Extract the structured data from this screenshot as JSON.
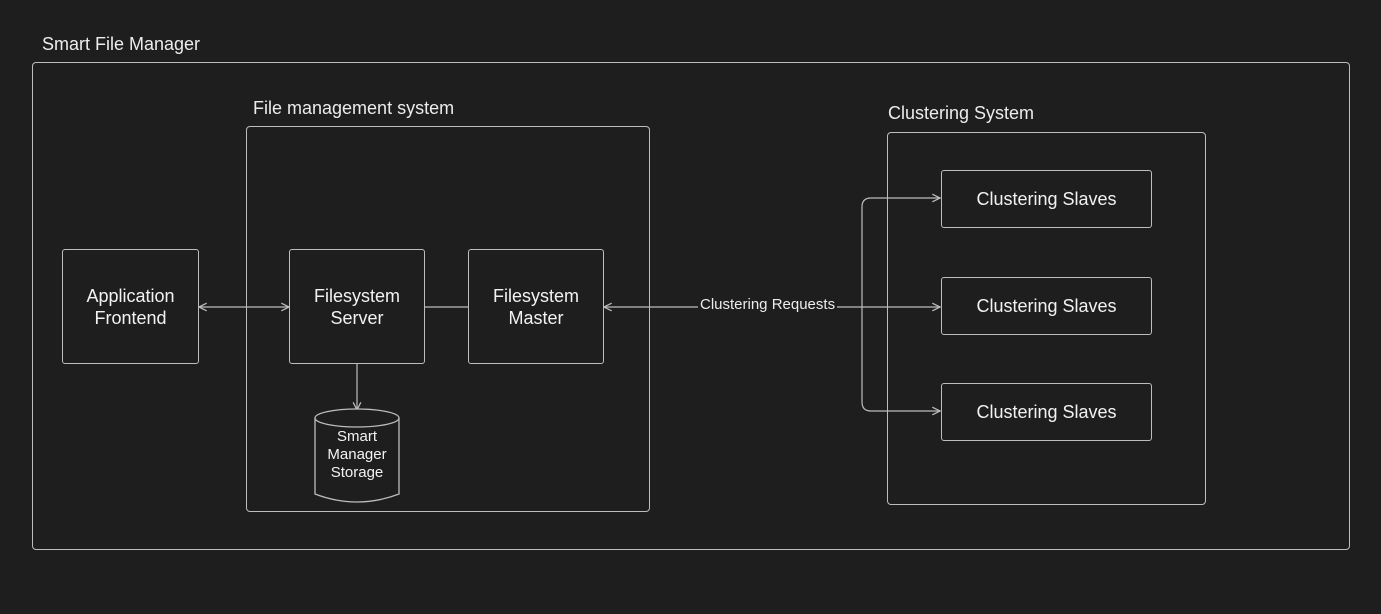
{
  "frames": {
    "outer_title": "Smart File Manager",
    "file_system_title": "File management system",
    "clustering_system_title": "Clustering System"
  },
  "nodes": {
    "application_frontend": [
      "Application",
      "Frontend"
    ],
    "filesystem_server": [
      "Filesystem",
      "Server"
    ],
    "filesystem_master": [
      "Filesystem",
      "Master"
    ],
    "storage": [
      "Smart",
      "Manager",
      "Storage"
    ],
    "clustering_slaves": [
      "Clustering Slaves",
      "Clustering Slaves",
      "Clustering Slaves"
    ]
  },
  "edges": {
    "clustering_requests_label": "Clustering Requests"
  },
  "colors": {
    "background": "#1e1e1e",
    "stroke": "#bdbdbd",
    "text": "#ececec"
  }
}
